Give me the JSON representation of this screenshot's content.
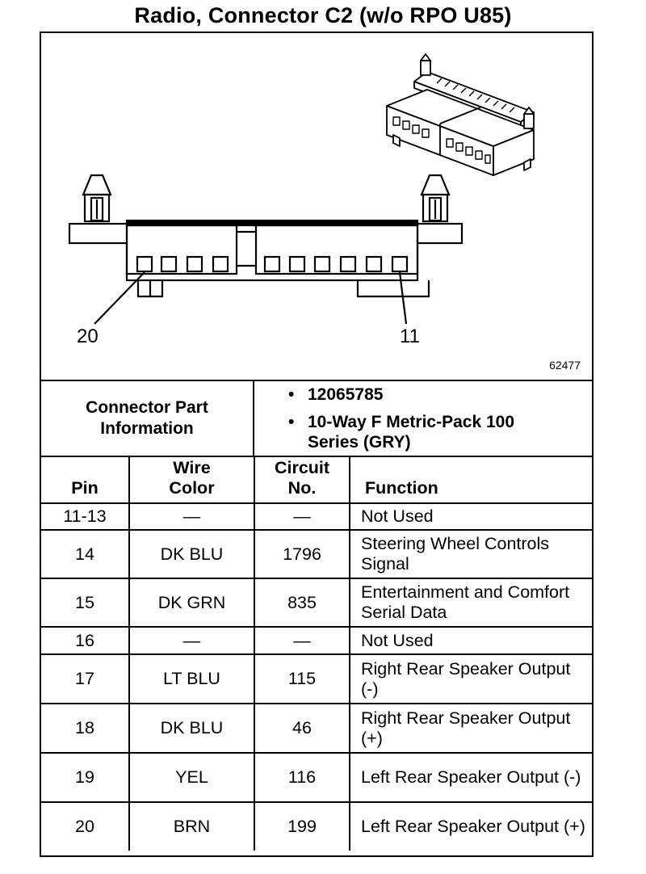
{
  "title": "Radio, Connector C2 (w/o RPO U85)",
  "diagram": {
    "pin_label_left": "20",
    "pin_label_right": "11",
    "drawing_number": "62477"
  },
  "connector_info": {
    "label": "Connector Part Information",
    "part_number": "12065785",
    "description": "10-Way F Metric-Pack 100 Series (GRY)"
  },
  "table": {
    "headers": {
      "pin": "Pin",
      "wire_color": "Wire Color",
      "circuit_no": "Circuit No.",
      "function": "Function"
    },
    "rows": [
      {
        "pin": "11-13",
        "wire_color": "—",
        "circuit": "—",
        "function": "Not Used"
      },
      {
        "pin": "14",
        "wire_color": "DK BLU",
        "circuit": "1796",
        "function": "Steering Wheel Controls Signal"
      },
      {
        "pin": "15",
        "wire_color": "DK GRN",
        "circuit": "835",
        "function": "Entertainment and Comfort Serial Data"
      },
      {
        "pin": "16",
        "wire_color": "—",
        "circuit": "—",
        "function": "Not Used"
      },
      {
        "pin": "17",
        "wire_color": "LT BLU",
        "circuit": "115",
        "function": "Right Rear Speaker Output (-)"
      },
      {
        "pin": "18",
        "wire_color": "DK BLU",
        "circuit": "46",
        "function": "Right Rear Speaker Output (+)"
      },
      {
        "pin": "19",
        "wire_color": "YEL",
        "circuit": "116",
        "function": "Left Rear Speaker Output (-)"
      },
      {
        "pin": "20",
        "wire_color": "BRN",
        "circuit": "199",
        "function": "Left Rear Speaker Output (+)"
      }
    ]
  }
}
